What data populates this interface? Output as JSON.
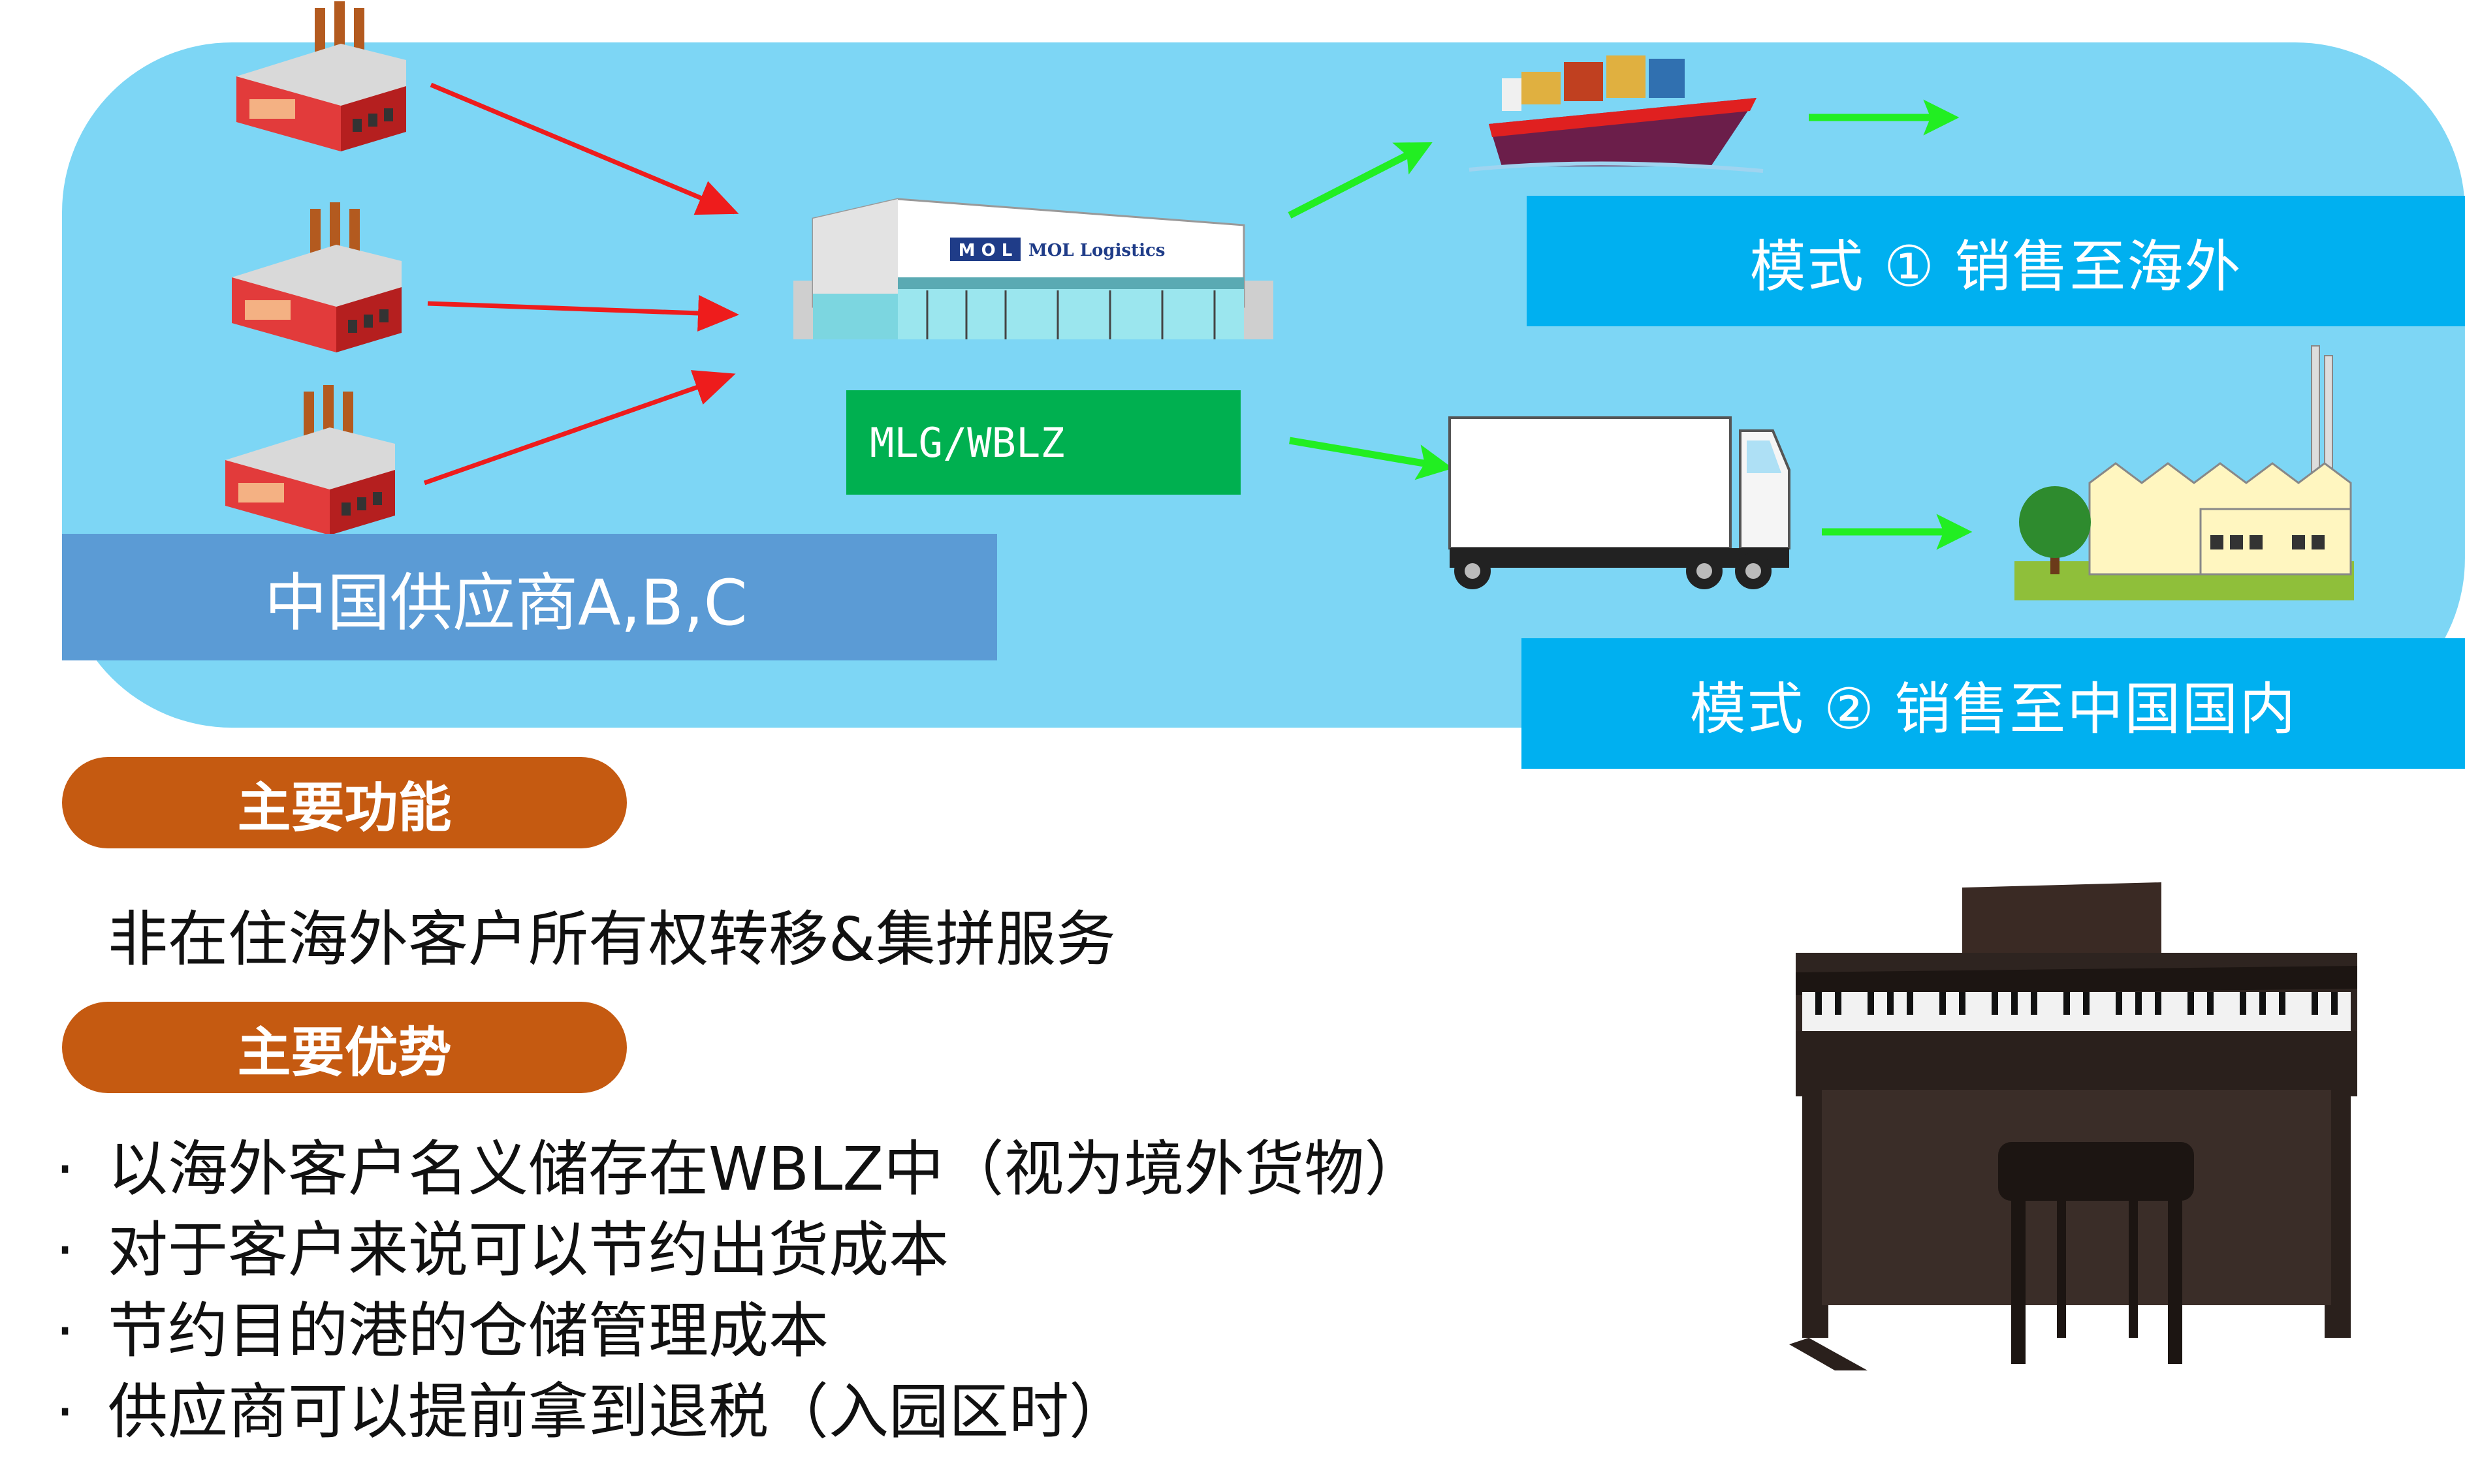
{
  "flow": {
    "suppliers_label": "中国供应商A,B,C",
    "warehouse_logo_mark": "M O L",
    "warehouse_logo_text": "MOL Logistics",
    "warehouse_label": "MLG/WBLZ",
    "mode1_label": "模式 ①  销售至海外",
    "mode2_label": "模式 ②  销售至中国国内"
  },
  "functions": {
    "heading": "主要功能",
    "description": "非在住海外客户所有权转移&集拼服务"
  },
  "advantages": {
    "heading": "主要优势",
    "bullet": "·",
    "items": [
      "以海外客户名义储存在WBLZ中（视为境外货物）",
      "对于客户来说可以节约出货成本",
      "节约目的港的仓储管理成本",
      "供应商可以提前拿到退税（入园区时）"
    ]
  },
  "colors": {
    "panel": "#7dd6f5",
    "mode_label": "#00b0f0",
    "supplier_label": "#5b9bd5",
    "warehouse_label": "#00b050",
    "pill": "#c55a11",
    "inbound_arrow": "#ee1c1c",
    "outbound_arrow": "#22ee22"
  },
  "icons": [
    "factory-icon",
    "warehouse-icon",
    "cargo-ship-icon",
    "truck-icon",
    "destination-factory-icon",
    "tree-icon",
    "piano-image"
  ]
}
